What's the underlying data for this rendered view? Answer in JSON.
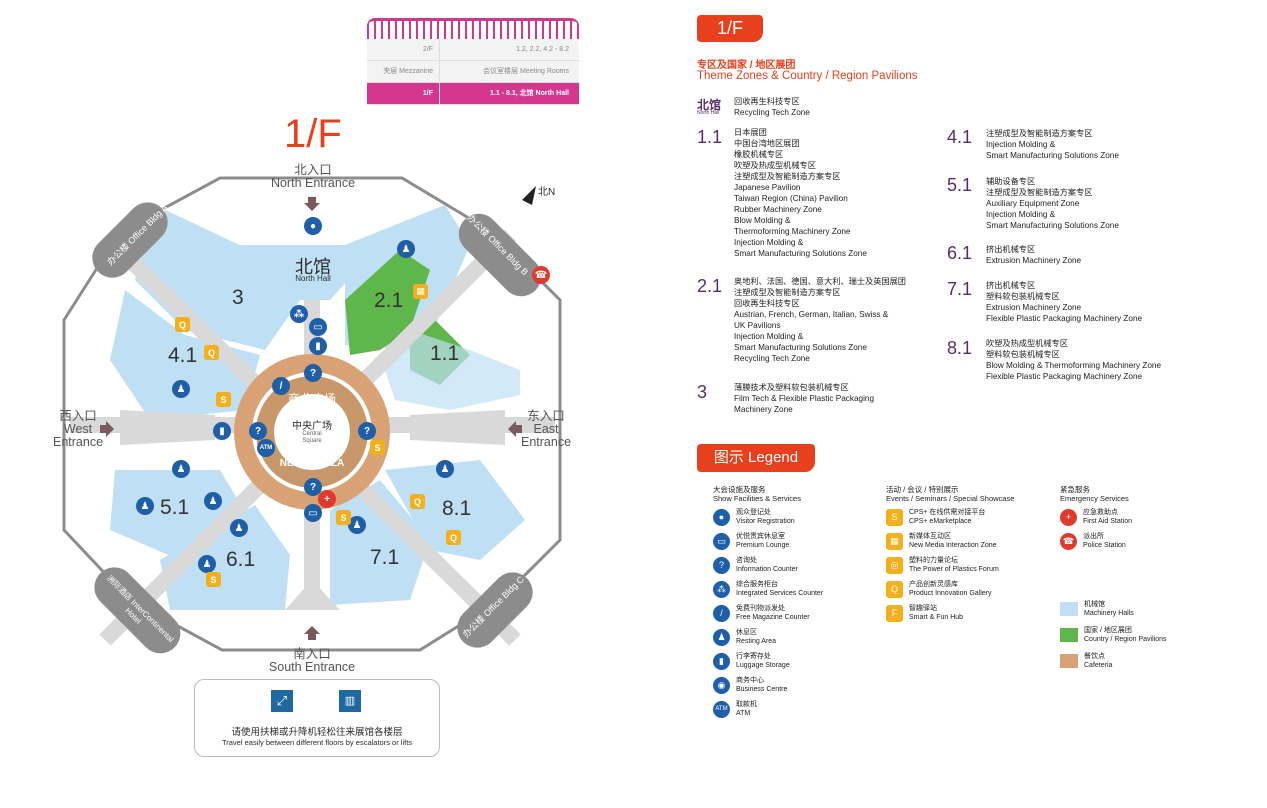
{
  "floor_selector": {
    "rows": [
      {
        "floor": "2/F",
        "desc": "1.2, 2.2, 4.2 - 8.2"
      },
      {
        "floor": "夹层 Mezzanine",
        "desc": "会议室楼层 Meeting Rooms"
      },
      {
        "floor": "1/F",
        "desc": "1.1 - 8.1, 北馆 North Hall"
      }
    ]
  },
  "map": {
    "title": "1/F",
    "compass": "北N",
    "entrances": {
      "north_cn": "北入口",
      "north_en": "North Entrance",
      "west_cn": "西入口",
      "west_en": "West",
      "west_en2": "Entrance",
      "east_cn": "东入口",
      "east_en": "East",
      "east_en2": "Entrance",
      "south_cn": "南入口",
      "south_en": "South Entrance"
    },
    "buildings": {
      "a": "办公楼 Office Bldg A",
      "b": "办公楼 Office Bldg B",
      "c": "办公楼 Office Bldg C",
      "hotel": "洲际酒店 InterContinental Hotel"
    },
    "north_hall_cn": "北馆",
    "north_hall_en": "North Hall",
    "halls": [
      "3",
      "4.1",
      "2.1",
      "1.1",
      "5.1",
      "6.1",
      "7.1",
      "8.1"
    ],
    "plaza_cn": "商业广场",
    "plaza_en": "NECC PLAZA",
    "central_cn": "中央广场",
    "central_en1": "Central",
    "central_en2": "Square",
    "atm": "ATM",
    "travel_cn": "请使用扶梯或升降机轻松往来展馆各楼层",
    "travel_en": "Travel easily between different floors by escalators or lifts"
  },
  "zones": {
    "badge": "1/F",
    "title_cn": "专区及国家 / 地区展团",
    "title_en": "Theme Zones & Country / Region Pavilions",
    "north": {
      "num_cn": "北馆",
      "num_en": "North Hall",
      "text": "回收再生科技专区\nRecycling Tech Zone"
    },
    "left": [
      {
        "num": "1.1",
        "text": "日本展团\n中国台湾地区展团\n橡胶机械专区\n吹塑及热成型机械专区\n注塑成型及智能制造方案专区\nJapanese Pavilion\nTaiwan Region (China) Pavilion\nRubber Machinery Zone\nBlow Molding &\nThermoforming Machinery Zone\nInjection Molding &\nSmart Manufacturing Solutions Zone"
      },
      {
        "num": "2.1",
        "text": "奥地利、法国、德国、意大利、瑞士及英国展团\n注塑成型及智能制造方案专区\n回收再生科技专区\nAustrian, French, German, Italian, Swiss &\nUK Pavilions\nInjection Molding &\nSmart Manufacturing Solutions Zone\nRecycling Tech Zone"
      },
      {
        "num": "3",
        "text": "薄膜技术及塑料软包装机械专区\nFilm Tech & Flexible Plastic Packaging\nMachinery Zone"
      }
    ],
    "right": [
      {
        "num": "4.1",
        "text": "注塑成型及智能制造方案专区\nInjection Molding &\nSmart Manufacturing Solutions Zone"
      },
      {
        "num": "5.1",
        "text": "辅助设备专区\n注塑成型及智能制造方案专区\nAuxiliary Equipment Zone\nInjection Molding &\nSmart Manufacturing Solutions Zone"
      },
      {
        "num": "6.1",
        "text": "挤出机械专区\nExtrusion Machinery Zone"
      },
      {
        "num": "7.1",
        "text": "挤出机械专区\n塑料软包装机械专区\nExtrusion Machinery Zone\nFlexible Plastic Packaging Machinery Zone"
      },
      {
        "num": "8.1",
        "text": "吹塑及热成型机械专区\n塑料软包装机械专区\nBlow Molding & Thermoforming Machinery Zone\nFlexible Plastic Packaging Machinery Zone"
      }
    ]
  },
  "legend": {
    "badge": "图示 Legend",
    "col1_head": "大会设施及服务\nShow Facilities & Services",
    "col1": [
      {
        "icon": "visitor-registration-icon",
        "text": "观众登记处\nVisitor Registration"
      },
      {
        "icon": "premium-lounge-icon",
        "text": "优悦贵宾休息室\nPremium Lounge"
      },
      {
        "icon": "information-icon",
        "text": "咨询处\nInformation Counter"
      },
      {
        "icon": "integrated-services-icon",
        "text": "综合服务柜台\nIntegrated Services Counter"
      },
      {
        "icon": "magazine-icon",
        "text": "免费刊物派发处\nFree Magazine Counter"
      },
      {
        "icon": "resting-area-icon",
        "text": "休息区\nResting Area"
      },
      {
        "icon": "luggage-icon",
        "text": "行李寄存处\nLuggage Storage"
      },
      {
        "icon": "business-centre-icon",
        "text": "商务中心\nBusiness Centre"
      },
      {
        "icon": "atm-icon",
        "text": "取款机\nATM"
      }
    ],
    "col2_head": "活动 / 会议 / 特别展示\nEvents / Seminars / Special Showcase",
    "col2": [
      {
        "icon": "cps-icon",
        "text": "CPS+ 在线供需对接平台\nCPS+ eMarketplace"
      },
      {
        "icon": "new-media-icon",
        "text": "新媒体互动区\nNew Media Interaction Zone"
      },
      {
        "icon": "plastics-forum-icon",
        "text": "塑料的力量论坛\nThe Power of Plastics Forum"
      },
      {
        "icon": "innovation-gallery-icon",
        "text": "产品创新灵感库\nProduct Innovation Gallery"
      },
      {
        "icon": "smart-fun-hub-icon",
        "text": "智趣驿站\nSmart & Fun Hub"
      }
    ],
    "col3_head": "紧急服务\nEmergency Services",
    "col3": [
      {
        "icon": "first-aid-icon",
        "text": "应急救助点\nFirst Aid Station"
      },
      {
        "icon": "police-icon",
        "text": "派出所\nPolice Station"
      }
    ],
    "swatches": [
      {
        "color": "#bfe0f4",
        "text": "机械馆\nMachinery Halls"
      },
      {
        "color": "#5fb64a",
        "text": "国家 / 地区展团\nCountry / Region Pavilions"
      },
      {
        "color": "#d9a275",
        "text": "餐饮点\nCafeteria"
      }
    ]
  }
}
